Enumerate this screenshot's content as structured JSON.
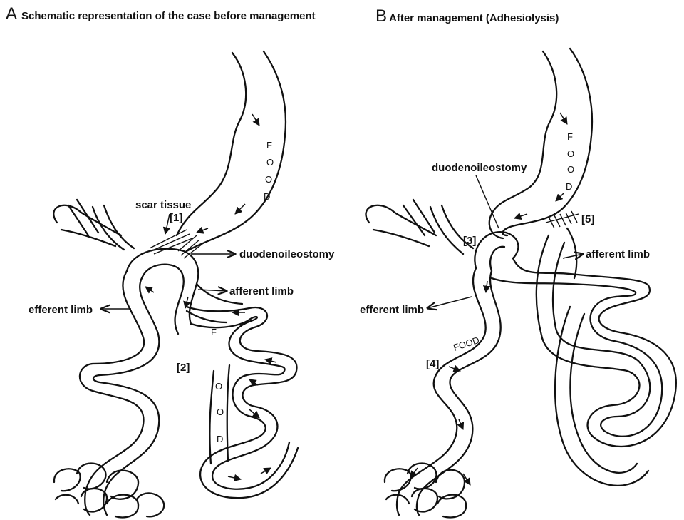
{
  "panel_a": {
    "letter": "A",
    "title": "Schematic representation of the case before management",
    "labels": {
      "scar_tissue": "scar tissue",
      "marker_1": "[1]",
      "marker_2": "[2]",
      "duodenoileostomy": "duodenoileostomy",
      "afferent_limb": "afferent limb",
      "efferent_limb": "efferent limb"
    },
    "food_letters_stomach": [
      "F",
      "O",
      "O",
      "D"
    ],
    "food_letters_limb": [
      "F",
      "O",
      "O",
      "D"
    ]
  },
  "panel_b": {
    "letter": "B",
    "title": "After management (Adhesiolysis)",
    "labels": {
      "duodenoileostomy": "duodenoileostomy",
      "marker_3": "[3]",
      "marker_4": "[4]",
      "marker_5": "[5]",
      "afferent_limb": "afferent limb",
      "efferent_limb": "efferent limb",
      "food_word": "FOOD"
    },
    "food_letters_stomach": [
      "F",
      "O",
      "O",
      "D"
    ]
  }
}
